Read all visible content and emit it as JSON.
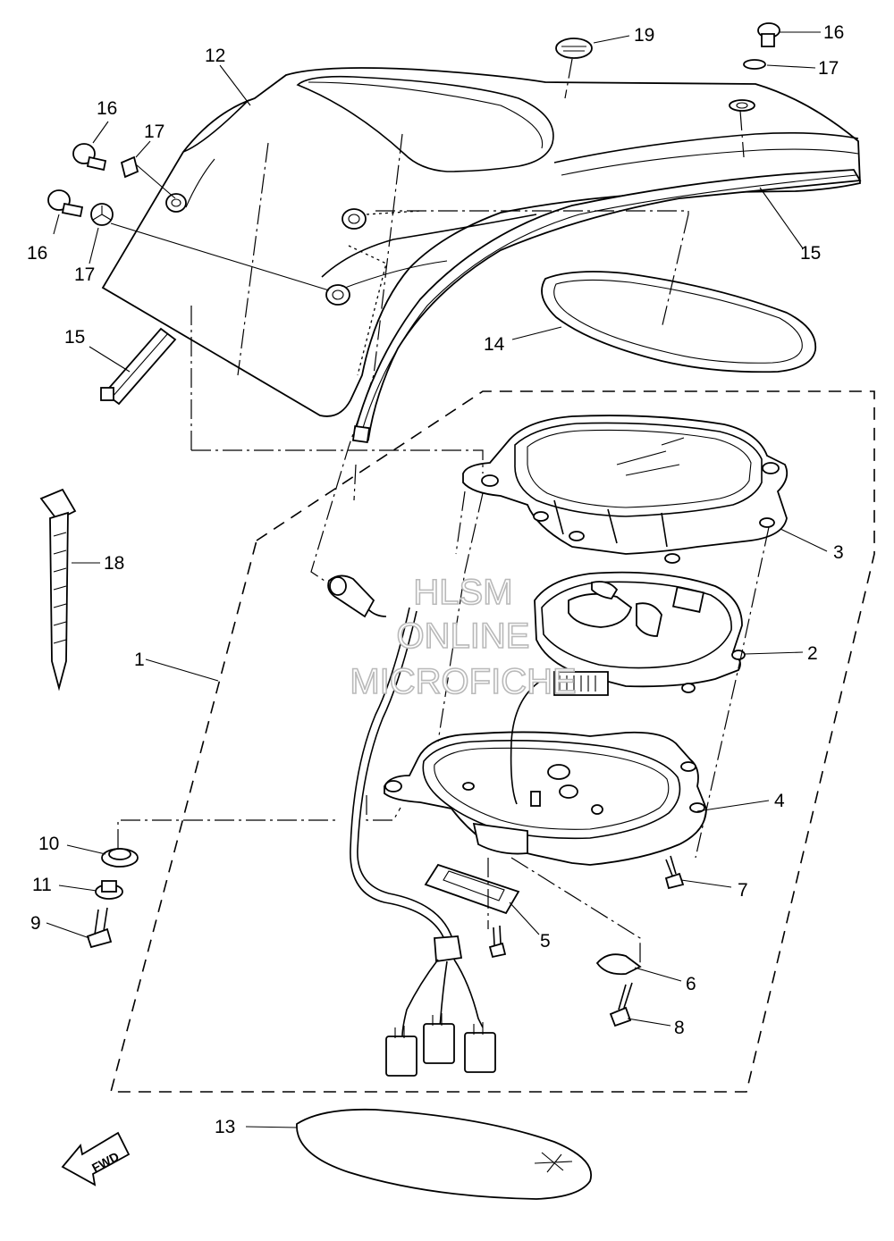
{
  "diagram": {
    "watermark": [
      "HLSM",
      "ONLINE",
      "MICROFICHE"
    ],
    "direction_label": "FWD",
    "callouts": [
      "1",
      "2",
      "3",
      "4",
      "5",
      "6",
      "7",
      "8",
      "9",
      "10",
      "11",
      "12",
      "13",
      "14",
      "15",
      "15",
      "16",
      "16",
      "16",
      "17",
      "17",
      "17",
      "18",
      "19"
    ],
    "line_color": "#000000",
    "watermark_color": "#b9b9b9"
  }
}
